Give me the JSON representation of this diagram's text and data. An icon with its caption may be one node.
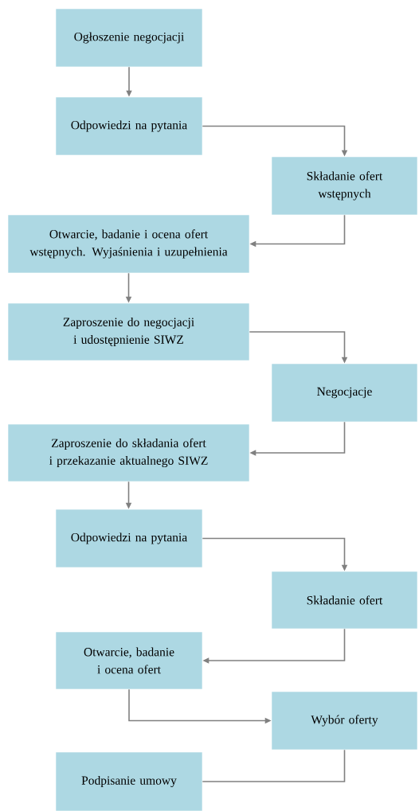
{
  "diagram": {
    "nodes": [
      {
        "text": [
          "Ogłoszenie negocjacji"
        ]
      },
      {
        "text": [
          "Odpowiedzi na pytania"
        ]
      },
      {
        "text": [
          "Składanie ofert wstępnych"
        ]
      },
      {
        "text": [
          "Otwarcie, badanie i ocena ofert wstępnych. Wyjaśnienia i uzupełnienia"
        ]
      },
      {
        "text": [
          "Zaproszenie do negocjacji i udostępnienie SIWZ"
        ]
      },
      {
        "text": [
          "Negocjacje"
        ]
      },
      {
        "text": [
          "Zaproszenie do składania ofert i przekazanie aktualnego SIWZ"
        ]
      },
      {
        "text": [
          "Odpowiedzi na pytania"
        ]
      },
      {
        "text": [
          "Składanie ofert"
        ]
      },
      {
        "text": [
          "Otwarcie, badanie i ocena ofert"
        ]
      },
      {
        "text": [
          "Wybór oferty"
        ]
      },
      {
        "text": [
          "Podpisanie umowy"
        ]
      }
    ],
    "edges": [
      {
        "from": 0,
        "to": 1,
        "arrow": "to"
      },
      {
        "from": 1,
        "to": 2,
        "arrow": "to"
      },
      {
        "from": 2,
        "to": 3,
        "arrow": "to"
      },
      {
        "from": 3,
        "to": 4,
        "arrow": "to"
      },
      {
        "from": 4,
        "to": 5,
        "arrow": "to"
      },
      {
        "from": 5,
        "to": 6,
        "arrow": "to"
      },
      {
        "from": 6,
        "to": 7,
        "arrow": "to"
      },
      {
        "from": 7,
        "to": 8,
        "arrow": "to"
      },
      {
        "from": 8,
        "to": 9,
        "arrow": "to"
      },
      {
        "from": 9,
        "to": 10,
        "arrow": "to"
      },
      {
        "from": 10,
        "to": 11,
        "arrow": "none"
      }
    ]
  }
}
